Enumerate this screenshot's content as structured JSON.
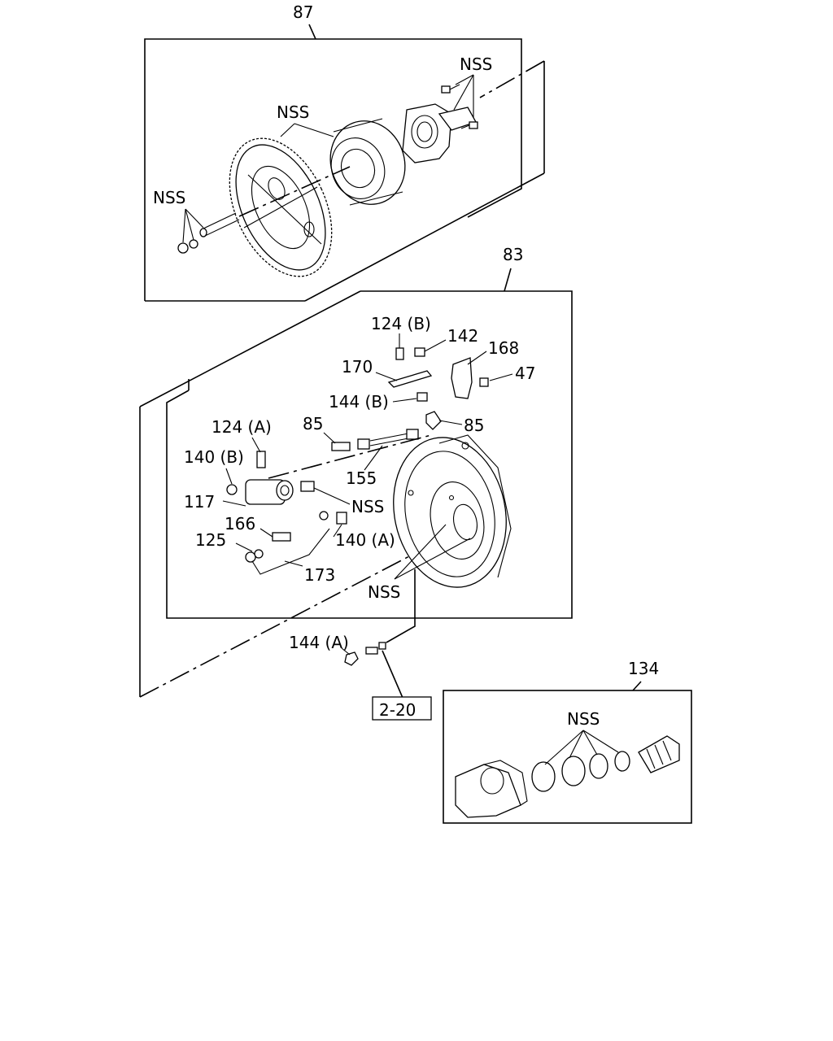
{
  "labels": {
    "group_87": "87",
    "group_83": "83",
    "group_134": "134",
    "nss_top_right": "NSS",
    "nss_top_middle": "NSS",
    "nss_top_left": "NSS",
    "p124b": "124 (B)",
    "p142": "142",
    "p168": "168",
    "p170": "170",
    "p47": "47",
    "p144b": "144 (B)",
    "p85_left": "85",
    "p85_right": "85",
    "p124a": "124 (A)",
    "p140b": "140 (B)",
    "p155": "155",
    "p117": "117",
    "nss_middle": "NSS",
    "p166": "166",
    "p125": "125",
    "p140a": "140 (A)",
    "p173": "173",
    "nss_lower": "NSS",
    "p144a": "144 (A)",
    "ref_box": "2-20",
    "nss_bottom": "NSS"
  }
}
